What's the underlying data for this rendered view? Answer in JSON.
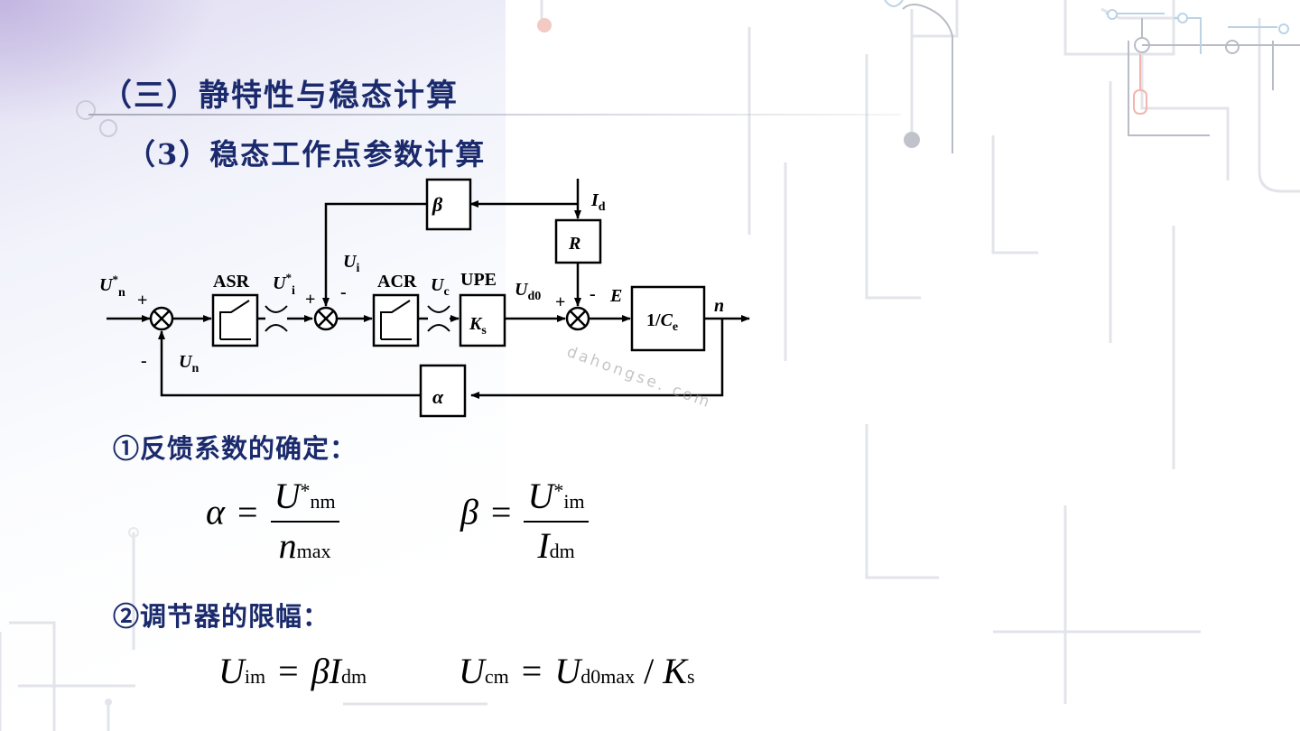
{
  "slide": {
    "title": "（三）静特性与稳态计算",
    "subtitle": "（3）稳态工作点参数计算",
    "watermark": "dahongse. com"
  },
  "diagram": {
    "labels": {
      "un_ref": "U",
      "un_ref_sup": "*",
      "un_ref_sub": "n",
      "plus1": "+",
      "minus1": "-",
      "un_fb": "U",
      "un_fb_sub": "n",
      "asr": "ASR",
      "ui_ref": "U",
      "ui_ref_sup": "*",
      "ui_ref_sub": "i",
      "plus2": "+",
      "minus2": "-",
      "ui": "U",
      "ui_sub": "i",
      "acr": "ACR",
      "uc": "U",
      "uc_sub": "c",
      "upe": "UPE",
      "ks": "K",
      "ks_sub": "s",
      "ud0": "U",
      "ud0_sub": "d0",
      "plus3": "+",
      "minus3": "-",
      "e": "E",
      "id": "I",
      "id_sub": "d",
      "r": "R",
      "beta": "β",
      "alpha": "α",
      "ce_prefix": "1/",
      "ce": "C",
      "ce_sub": "e",
      "n_out": "n"
    }
  },
  "section1": {
    "heading": "①反馈系数的确定：",
    "alpha_formula": {
      "lhs": "α",
      "eq": "=",
      "num_var": "U",
      "num_sup": "*",
      "num_sub": "nm",
      "den_var": "n",
      "den_sub": "max"
    },
    "beta_formula": {
      "lhs": "β",
      "eq": "=",
      "num_var": "U",
      "num_sup": "*",
      "num_sub": "im",
      "den_var": "I",
      "den_sub": "dm"
    }
  },
  "section2": {
    "heading": "②调节器的限幅：",
    "uim_formula": {
      "lhs_var": "U",
      "lhs_sub": "im",
      "eq": "=",
      "rhs1": "β",
      "rhs2_var": "I",
      "rhs2_sub": "dm"
    },
    "ucm_formula": {
      "lhs_var": "U",
      "lhs_sub": "cm",
      "eq": "=",
      "rhs_var": "U",
      "rhs_sub": "d0max",
      "slash": "/",
      "ks_var": "K",
      "ks_sub": "s"
    }
  }
}
